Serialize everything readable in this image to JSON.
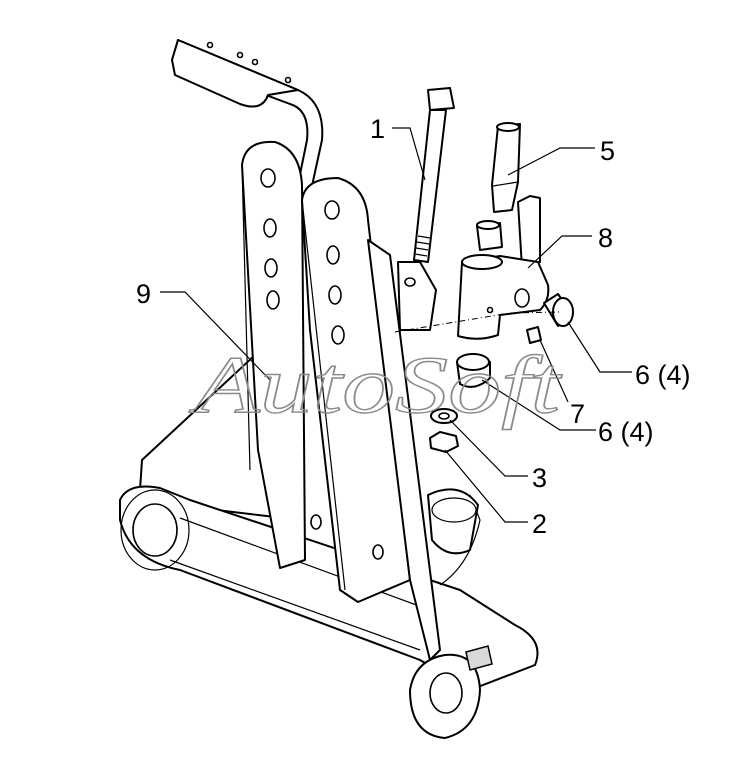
{
  "watermark": "AutoSoft",
  "callouts": {
    "c1": "1",
    "c2": "2",
    "c3": "3",
    "c5": "5",
    "c6a": "6 (4)",
    "c6b": "6 (4)",
    "c7": "7",
    "c8": "8",
    "c9": "9"
  }
}
